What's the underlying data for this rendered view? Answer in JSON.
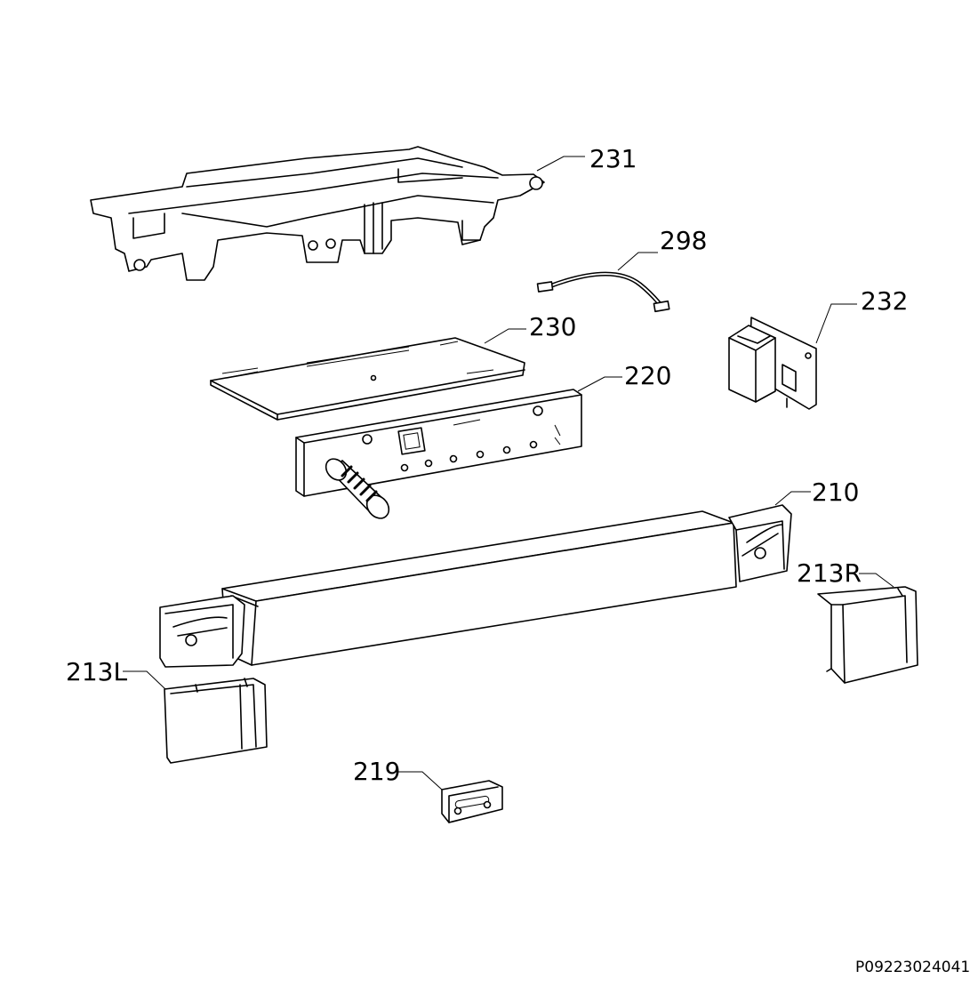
{
  "parts": {
    "p231": "231",
    "p298": "298",
    "p232": "232",
    "p230": "230",
    "p220": "220",
    "p210": "210",
    "p213R": "213R",
    "p213L": "213L",
    "p219": "219"
  },
  "diagram_code": "P09223024041"
}
